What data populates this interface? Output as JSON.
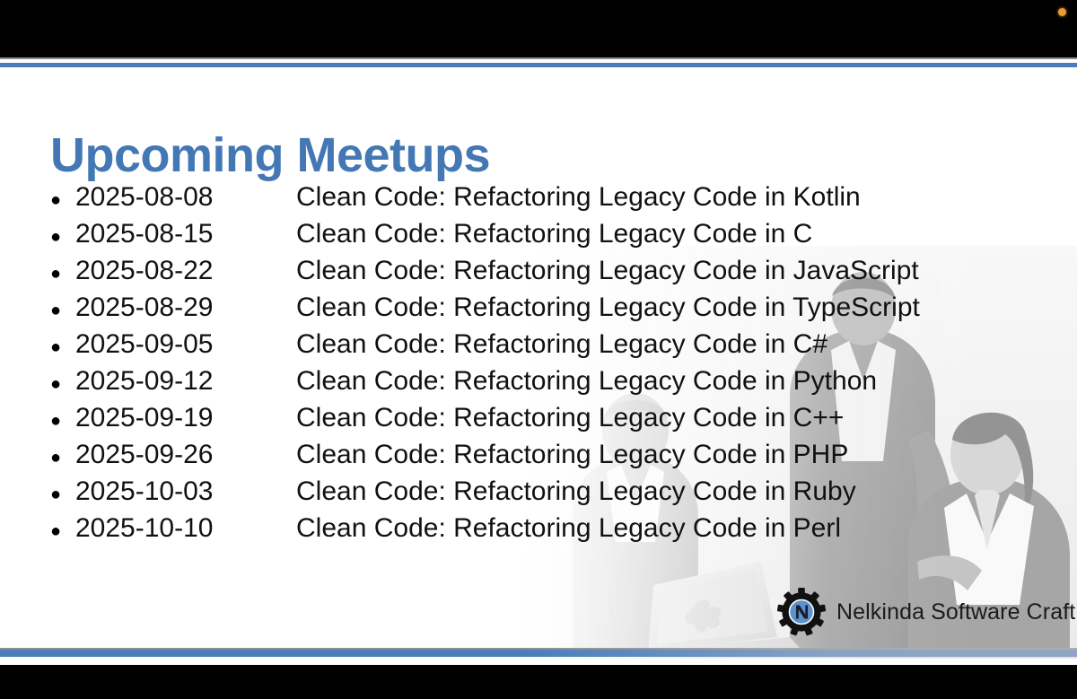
{
  "window": {
    "recording_indicator": "recording-dot",
    "accent_blue": "#4a7ebb",
    "title_blue": "#4478b4",
    "letterbox_color": "#000000",
    "slide_background": "#ffffff"
  },
  "slide": {
    "title": "Upcoming Meetups",
    "bullet_glyph": "●",
    "meetups": [
      {
        "date": "2025-08-08",
        "topic": "Clean Code: Refactoring Legacy Code in Kotlin"
      },
      {
        "date": "2025-08-15",
        "topic": "Clean Code: Refactoring Legacy Code in C"
      },
      {
        "date": "2025-08-22",
        "topic": "Clean Code: Refactoring Legacy Code in JavaScript"
      },
      {
        "date": "2025-08-29",
        "topic": "Clean Code: Refactoring Legacy Code in TypeScript"
      },
      {
        "date": "2025-09-05",
        "topic": "Clean Code: Refactoring Legacy Code in C#"
      },
      {
        "date": "2025-09-12",
        "topic": "Clean Code: Refactoring Legacy Code in Python"
      },
      {
        "date": "2025-09-19",
        "topic": "Clean Code: Refactoring Legacy Code in C++"
      },
      {
        "date": "2025-09-26",
        "topic": "Clean Code: Refactoring Legacy Code in PHP"
      },
      {
        "date": "2025-10-03",
        "topic": "Clean Code: Refactoring Legacy Code in Ruby"
      },
      {
        "date": "2025-10-10",
        "topic": "Clean Code: Refactoring Legacy Code in Perl"
      }
    ],
    "brand": {
      "name": "Nelkinda Software Craft",
      "logo_icon": "gear-n-logo-icon",
      "logo_letter": "N"
    },
    "background_image": "people-collaborating-at-laptop-photo"
  }
}
